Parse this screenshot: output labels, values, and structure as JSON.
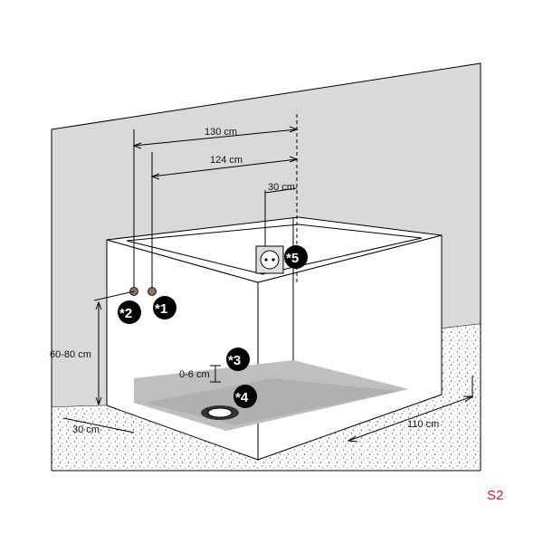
{
  "dimensions": {
    "width_outer": "130 cm",
    "width_inner": "124 cm",
    "socket_offset": "30 cm",
    "height_range": "60-80 cm",
    "floor_step": "0-6 cm",
    "depth_side": "30 cm",
    "depth_front": "110 cm"
  },
  "markers": {
    "m1": "*1",
    "m2": "*2",
    "m3": "*3",
    "m4": "*4",
    "m5": "*5"
  },
  "model_code": "S2",
  "colors": {
    "wall": "#d9d9d9",
    "floor_dots": "#555555",
    "marker_fill": "#000000",
    "model_code": "#d21f1f"
  }
}
